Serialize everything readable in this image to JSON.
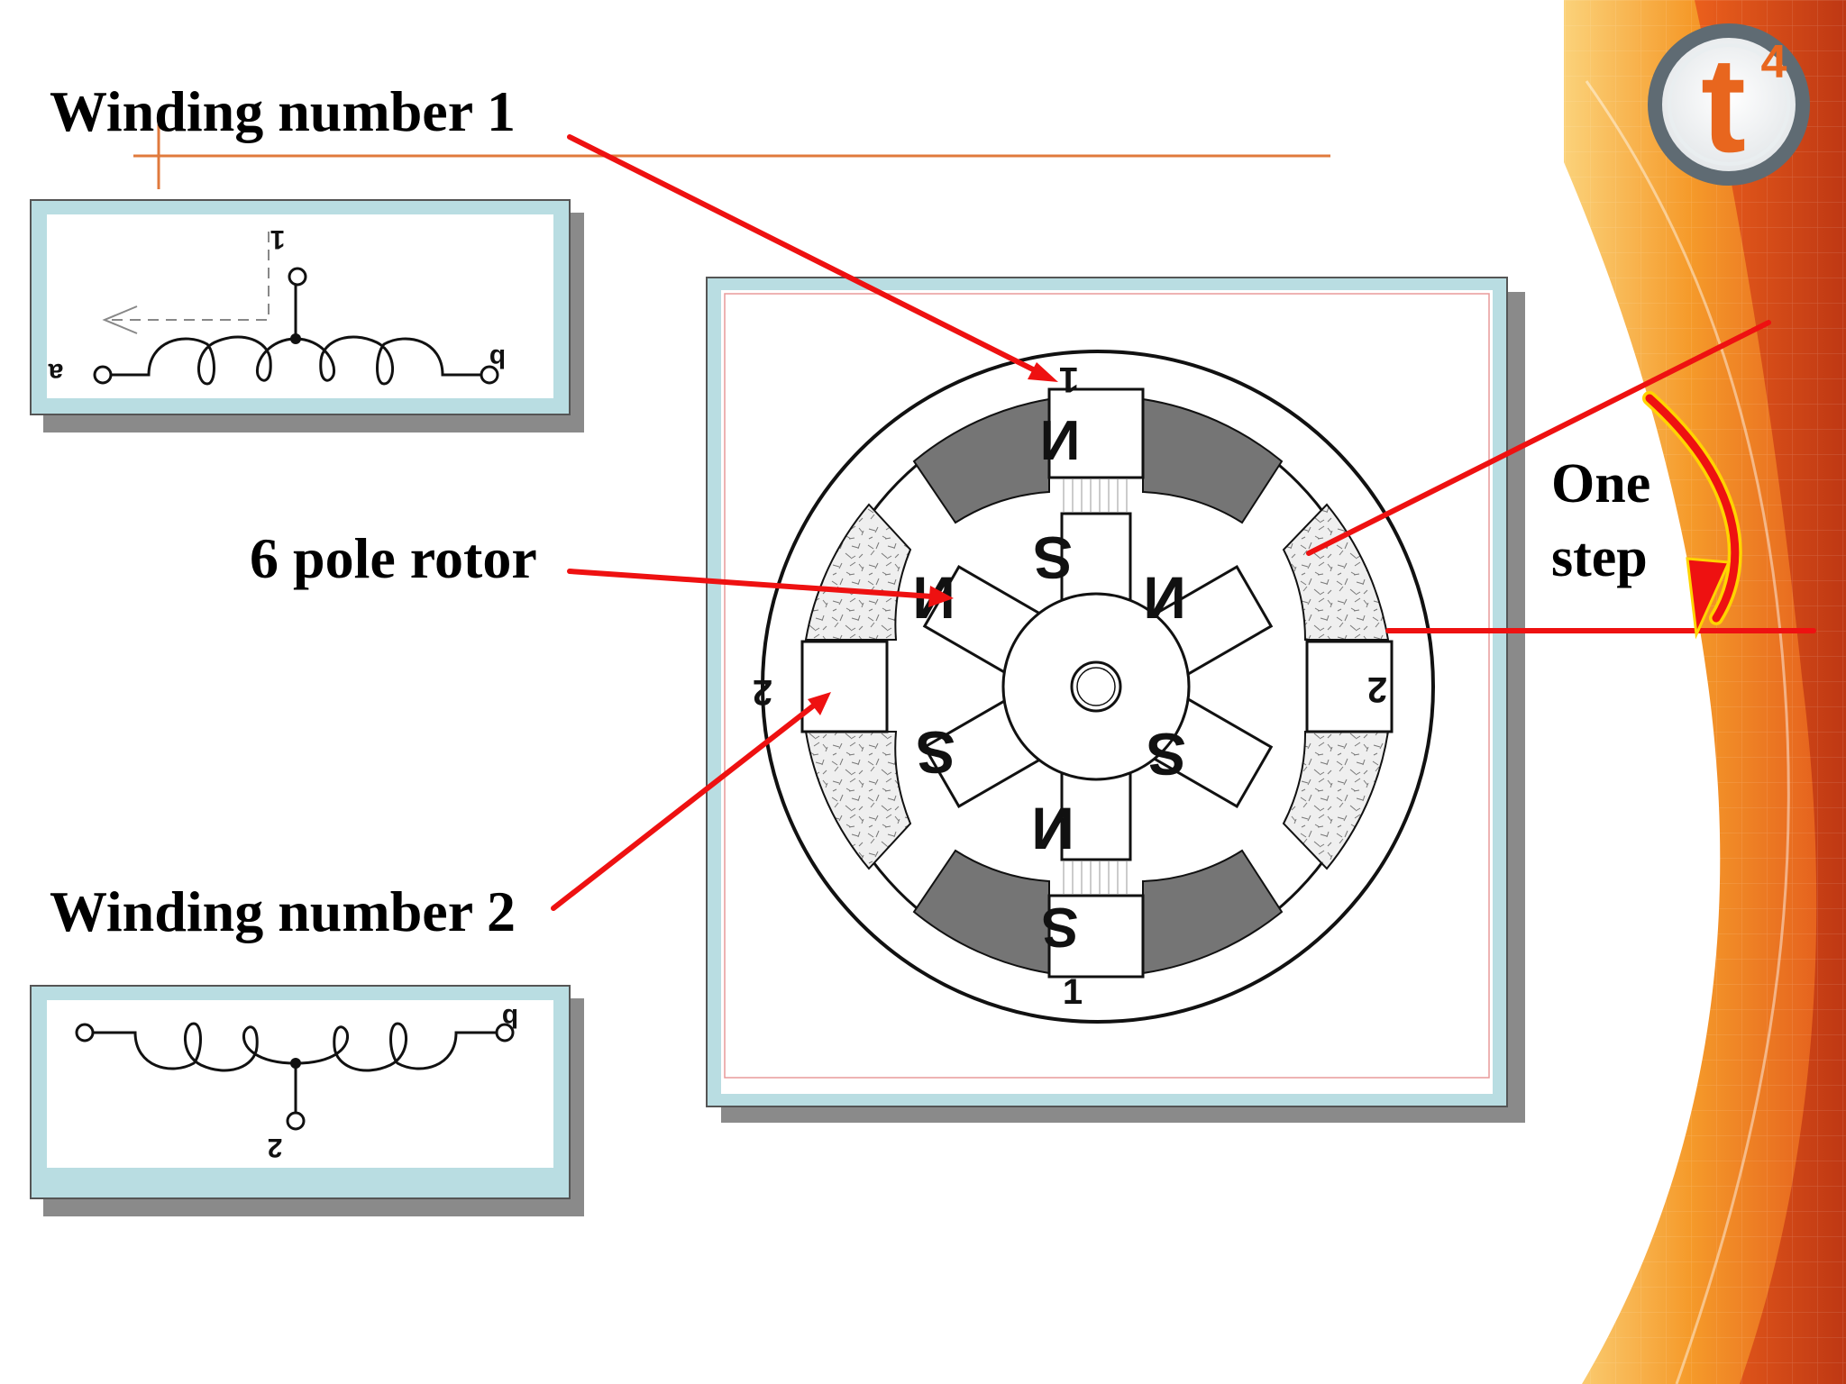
{
  "labels": {
    "winding1": "Winding number 1",
    "winding2": "Winding number 2",
    "rotor": "6 pole rotor",
    "step_line1": "One",
    "step_line2": "step"
  },
  "logo": {
    "letter": "t",
    "superscript": "4"
  },
  "coil1": {
    "end_left": "a",
    "end_right": "b",
    "tap": "1"
  },
  "coil2": {
    "end_right": "b",
    "tap": "2"
  },
  "stator": {
    "top_pole": "1",
    "bottom_pole": "1",
    "left_pole": "2",
    "right_pole": "2",
    "top_pole_polarity": "N",
    "bottom_pole_polarity": "S"
  },
  "rotor_poles": [
    "N",
    "N",
    "S",
    "S",
    "N",
    "S"
  ],
  "colors": {
    "arrow": "#ee1111",
    "panel_frame": "#b9dde2",
    "winding_dark": "#757575",
    "accent_orange": "#e86a1a",
    "logo_gray": "#5f6b73"
  }
}
